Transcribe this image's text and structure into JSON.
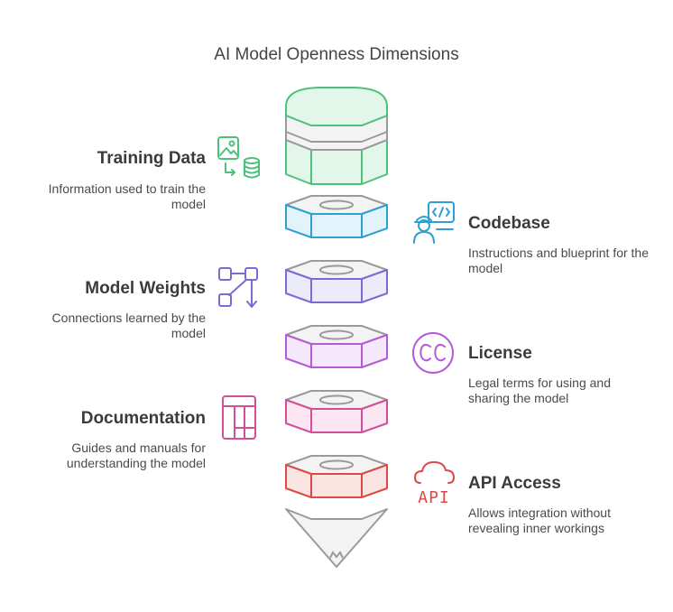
{
  "title": "AI Model Openness Dimensions",
  "items": [
    {
      "heading": "Training Data",
      "description": "Information used to train the model",
      "side": "left",
      "color": "#4fc07a",
      "fill": "#e3f6ea",
      "icon": "image-to-database-icon"
    },
    {
      "heading": "Codebase",
      "description": "Instructions and blueprint for the model",
      "side": "right",
      "color": "#2e9fd1",
      "fill": "#e2f3fb",
      "icon": "developer-code-icon"
    },
    {
      "heading": "Model Weights",
      "description": "Connections learned by the model",
      "side": "left",
      "color": "#7b6ad6",
      "fill": "#ecebfa",
      "icon": "workflow-nodes-icon"
    },
    {
      "heading": "License",
      "description": "Legal terms for using and sharing the model",
      "side": "right",
      "color": "#b45ad6",
      "fill": "#f5e8fb",
      "icon": "creative-commons-icon"
    },
    {
      "heading": "Documentation",
      "description": "Guides and manuals for understanding the model",
      "side": "left",
      "color": "#d24f98",
      "fill": "#fbe6f1",
      "icon": "document-layout-icon"
    },
    {
      "heading": "API Access",
      "description": "Allows integration without revealing inner workings",
      "side": "right",
      "color": "#dd4a43",
      "fill": "#fbe5e3",
      "icon": "cloud-api-icon",
      "icon_text": "API"
    }
  ]
}
